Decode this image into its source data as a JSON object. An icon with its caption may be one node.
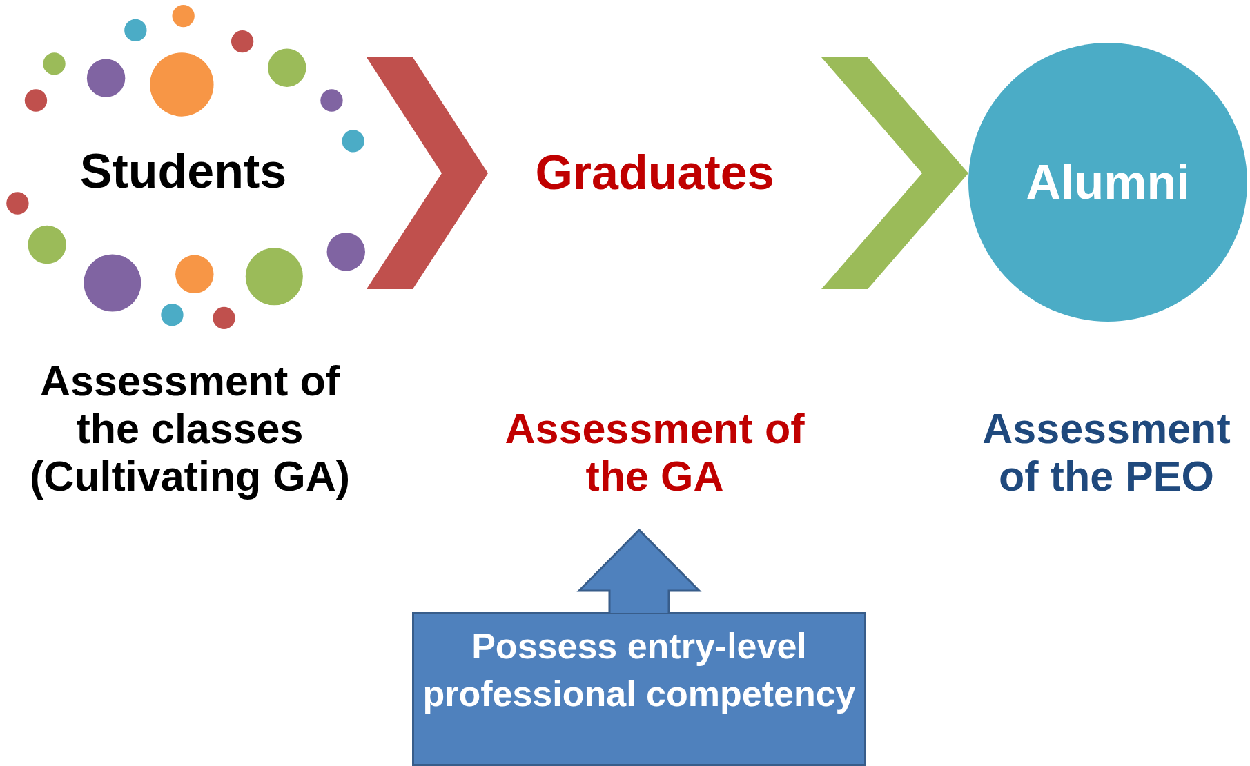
{
  "diagram": {
    "nodes": [
      {
        "text": [
          "Students"
        ]
      },
      {
        "text": [
          "Graduates"
        ]
      },
      {
        "text": [
          "Alumni"
        ]
      },
      {
        "text": [
          "Assessment of the classes (Cultivating GA)"
        ]
      },
      {
        "text": [
          "Assessment of the GA"
        ]
      },
      {
        "text": [
          "Assessment of the PEO"
        ]
      },
      {
        "text": [
          "Possess entry-level professional competency"
        ]
      }
    ],
    "edges": [
      {
        "from": 0,
        "to": 1,
        "arrow": "to",
        "color": "#c0504d"
      },
      {
        "from": 1,
        "to": 2,
        "arrow": "to",
        "color": "#9bbb59"
      },
      {
        "from": 6,
        "to": 4,
        "arrow": "to",
        "color": "#4f81bd"
      }
    ]
  }
}
